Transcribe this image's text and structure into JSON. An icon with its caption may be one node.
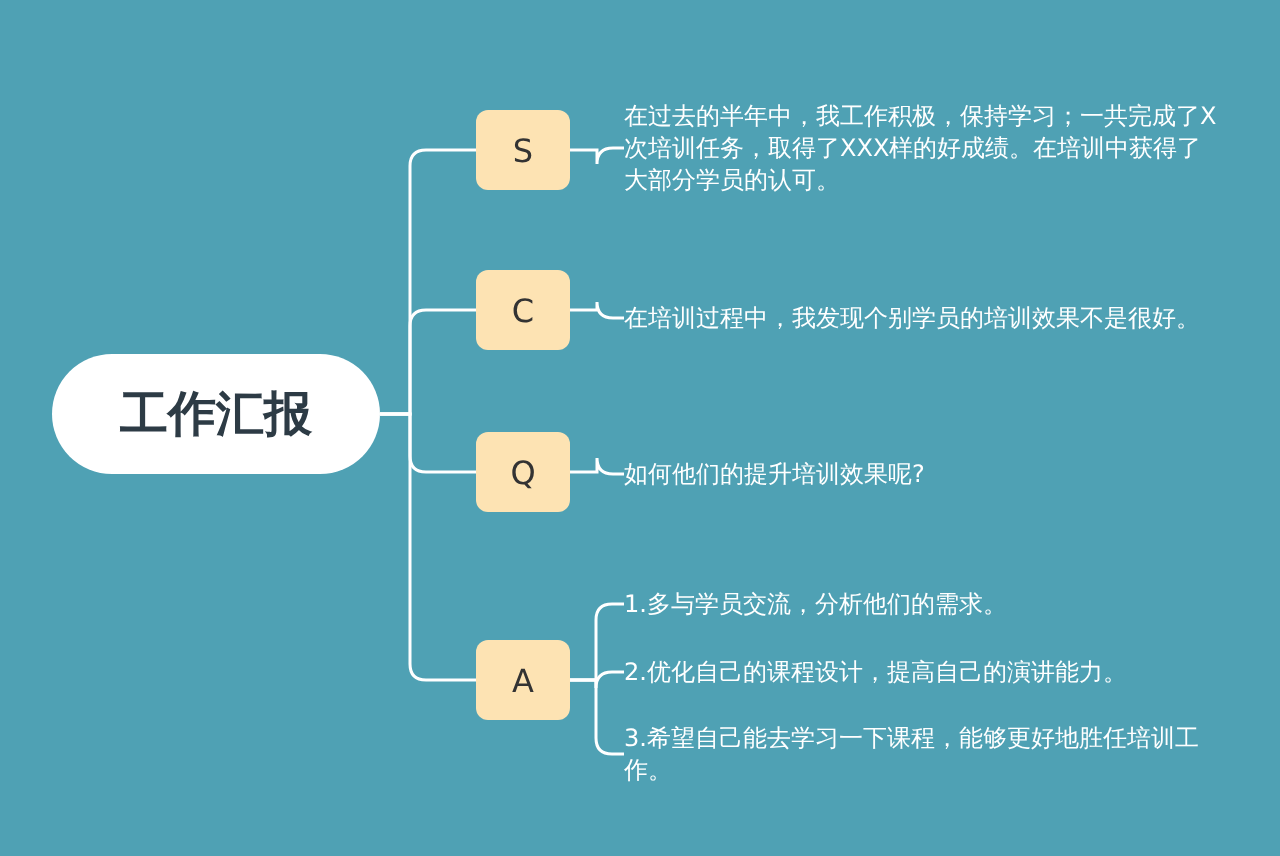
{
  "diagram": {
    "nodes": [
      {
        "text": [
          "工作汇报"
        ]
      },
      {
        "text": [
          "S"
        ]
      },
      {
        "text": [
          "C"
        ]
      },
      {
        "text": [
          "Q"
        ]
      },
      {
        "text": [
          "A"
        ]
      },
      {
        "text": [
          "在过去的半年中，我工作积极，保持学习；一共完成了X次培训任务，取得了XXX样的好成绩。在培训中获得了大部分学员的认可。"
        ]
      },
      {
        "text": [
          "在培训过程中，我发现个别学员的培训效果不是很好。"
        ]
      },
      {
        "text": [
          "如何他们的提升培训效果呢?"
        ]
      },
      {
        "text": [
          "1.多与学员交流，分析他们的需求。"
        ]
      },
      {
        "text": [
          "2.优化自己的课程设计，提高自己的演讲能力。"
        ]
      },
      {
        "text": [
          "3.希望自己能去学习一下课程，能够更好地胜任培训工作。"
        ]
      }
    ],
    "edges": [
      {
        "from": 0,
        "to": 1,
        "arrow": "none"
      },
      {
        "from": 0,
        "to": 2,
        "arrow": "none"
      },
      {
        "from": 0,
        "to": 3,
        "arrow": "none"
      },
      {
        "from": 0,
        "to": 4,
        "arrow": "none"
      },
      {
        "from": 1,
        "to": 5,
        "arrow": "none"
      },
      {
        "from": 2,
        "to": 6,
        "arrow": "none"
      },
      {
        "from": 3,
        "to": 7,
        "arrow": "none"
      },
      {
        "from": 4,
        "to": 8,
        "arrow": "none"
      },
      {
        "from": 4,
        "to": 9,
        "arrow": "none"
      },
      {
        "from": 4,
        "to": 10,
        "arrow": "none"
      }
    ]
  }
}
